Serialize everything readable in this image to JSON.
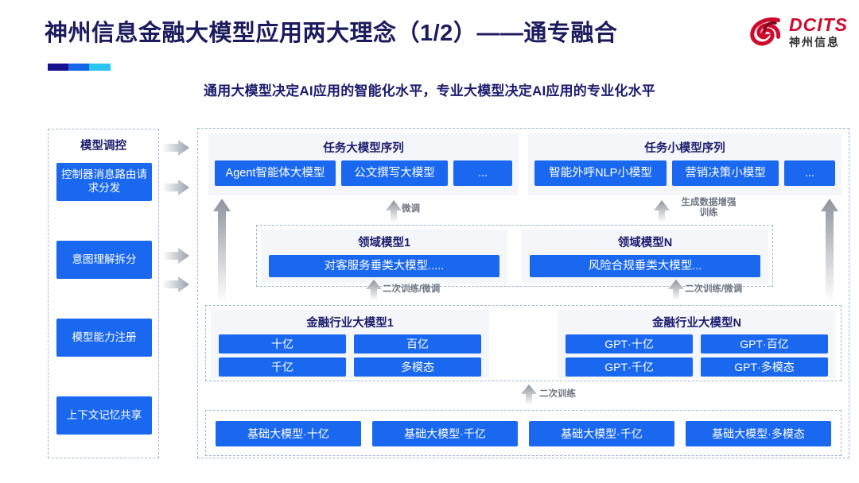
{
  "header": {
    "title": "神州信息金融大模型应用两大理念（1/2）——通专融合",
    "subtitle": "通用大模型决定AI应用的智能化水平，专业大模型决定AI应用的专业化水平",
    "accent_colors": [
      "#18118f",
      "#1667e8",
      "#2bc4f0"
    ],
    "title_color": "#1b1b5e"
  },
  "logo": {
    "mark": "dcits-swirl-icon",
    "en": "DCITS",
    "cn": "神州信息",
    "color": "#cf0a2c"
  },
  "control_panel": {
    "title": "模型调控",
    "items": [
      {
        "label": "控制器消息路由请求分发"
      },
      {
        "label": "意图理解拆分"
      },
      {
        "label": "模型能力注册"
      },
      {
        "label": "上下文记忆共享"
      }
    ]
  },
  "task_sequences": [
    {
      "title": "任务大模型序列",
      "items": [
        "Agent智能体大模型",
        "公文撰写大模型",
        "..."
      ]
    },
    {
      "title": "任务小模型序列",
      "items": [
        "智能外呼NLP小模型",
        "营销决策小模型",
        "..."
      ]
    }
  ],
  "domain_models": [
    {
      "title": "领域模型1",
      "item": "对客服务垂类大模型....."
    },
    {
      "title": "领域模型N",
      "item": "风险合规垂类大模型..."
    }
  ],
  "industry_models": [
    {
      "title": "金融行业大模型1",
      "items": [
        "十亿",
        "百亿",
        "千亿",
        "多模态"
      ]
    },
    {
      "title": "金融行业大模型N",
      "items": [
        "GPT·十亿",
        "GPT·百亿",
        "GPT·千亿",
        "GPT·多模态"
      ]
    }
  ],
  "base_models": {
    "items": [
      "基础大模型·十亿",
      "基础大模型·千亿",
      "基础大模型·千亿",
      "基础大模型·多模态"
    ]
  },
  "arrow_labels": {
    "fine_tune": "微调",
    "data_aug": "生成数据增强\n训练",
    "retrain_tune_left": "二次训练/微调",
    "retrain_tune_right": "二次训练/微调",
    "retrain": "二次训练"
  },
  "box_color": "#1a68f0"
}
